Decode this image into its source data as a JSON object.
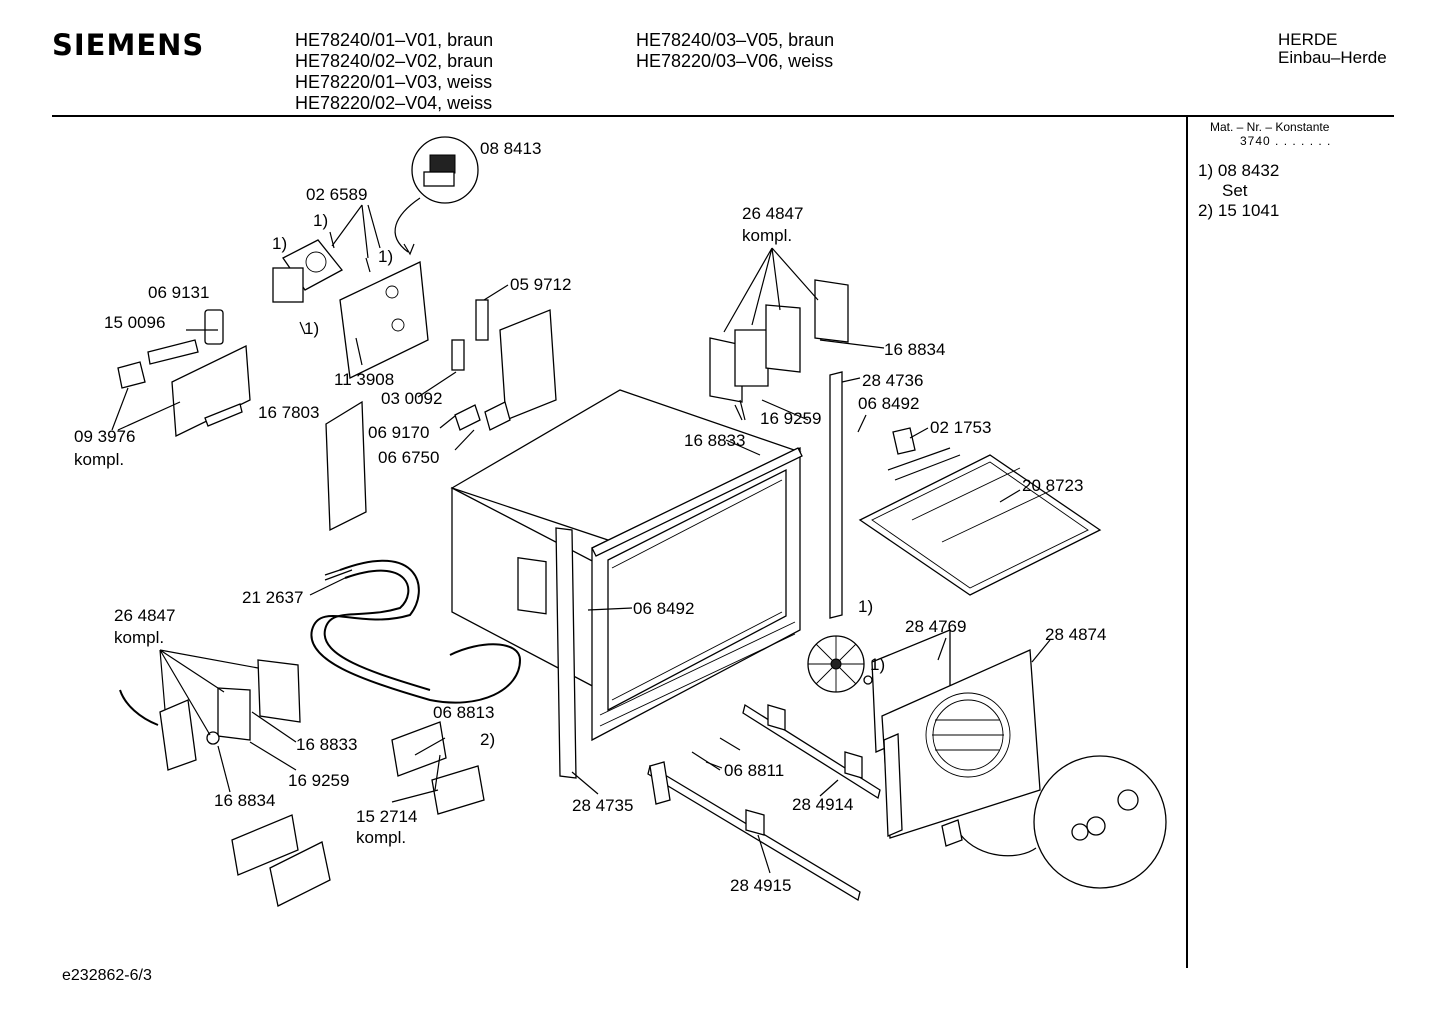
{
  "header": {
    "brand": "SIEMENS",
    "models_col1": [
      "HE78240/01–V01, braun",
      "HE78240/02–V02, braun",
      "HE78220/01–V03, weiss",
      "HE78220/02–V04, weiss"
    ],
    "models_col2": [
      "HE78240/03–V05, braun",
      "HE78220/03–V06, weiss"
    ],
    "category": "HERDE",
    "subcategory": "Einbau–Herde"
  },
  "sidebar": {
    "mat_title": "Mat. – Nr. – Konstante",
    "mat_value": "3740 . . . . . . .",
    "notes": [
      {
        "key": "1)",
        "value": "08 8432",
        "extra": "Set"
      },
      {
        "key": "2)",
        "value": "15 1041"
      }
    ]
  },
  "footer": {
    "doc_id": "e232862-6/3"
  },
  "parts": {
    "p088413": "08 8413",
    "p026589": "02 6589",
    "n1a": "1)",
    "n1b": "1)",
    "n1c": "1)",
    "n1d": "1)",
    "p069131": "06 9131",
    "p150096": "15 0096",
    "p093976": "09 3976",
    "kompl1": "kompl.",
    "p113908": "11 3908",
    "p167803": "16 7803",
    "p059712": "05 9712",
    "p030092": "03 0092",
    "p069170": "06 9170",
    "p066750": "06 6750",
    "p264847a": "26 4847",
    "kompl2": "kompl.",
    "p168834a": "16 8834",
    "p284736": "28 4736",
    "p068492a": "06 8492",
    "p021753": "02 1753",
    "p169259a": "16 9259",
    "p168833a": "16 8833",
    "p208723": "20 8723",
    "p212637": "21 2637",
    "p068492b": "06 8492",
    "p264847b": "26 4847",
    "kompl3": "kompl.",
    "n1e": "1)",
    "p284769": "28 4769",
    "p284874": "28 4874",
    "n1f": "1)",
    "p068813": "06 8813",
    "n2": "2)",
    "p168833b": "16 8833",
    "p169259b": "16 9259",
    "p168834b": "16 8834",
    "p152714": "15 2714",
    "kompl4": "kompl.",
    "p284735": "28 4735",
    "p068811": "06 8811",
    "p284914": "28 4914",
    "p284915": "28 4915"
  }
}
